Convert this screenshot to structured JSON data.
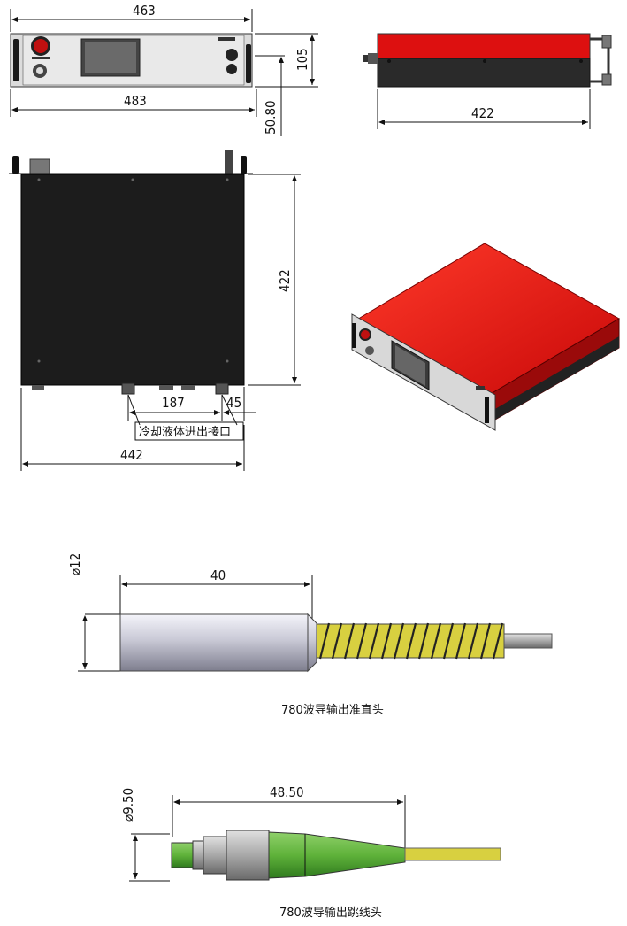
{
  "front_view": {
    "width_top": "463",
    "width_bottom": "483",
    "height": "105",
    "offset": "50.80"
  },
  "side_view": {
    "length": "422"
  },
  "top_view": {
    "depth": "422",
    "port_spacing": "187",
    "port_offset": "45",
    "coolant_label": "冷却液体进出接口",
    "width": "442"
  },
  "collimator": {
    "diameter": "⌀12",
    "length": "40",
    "caption": "780波导输出准直头"
  },
  "patch_cord": {
    "diameter": "⌀9.50",
    "length": "48.50",
    "caption": "780波导输出跳线头"
  },
  "colors": {
    "enclosure_red": "#dd1010",
    "enclosure_dark": "#2a2a2a",
    "fiber_yellow": "#d8d040",
    "fiber_green": "#5fb23a"
  }
}
